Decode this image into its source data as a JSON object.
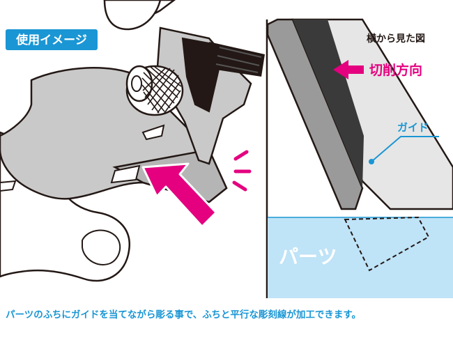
{
  "badge": {
    "label": "使用イメージ",
    "color": "#1a96d4"
  },
  "side_view": {
    "title": "横から見た図",
    "direction_label": "切削方向",
    "guide_label": "ガイド",
    "part_label": "パーツ"
  },
  "caption": "パーツのふちにガイドを当てながら彫る事で、ふちと平行な彫刻線が加工できます。",
  "colors": {
    "accent_magenta": "#e4007f",
    "accent_blue": "#1a96d4",
    "part_fill": "#bfe3f7",
    "caption_blue": "#1a96d4",
    "tool_gray": "#c9c9c9",
    "dark": "#231815"
  },
  "icons": [
    "cut-direction-arrow-icon",
    "push-arrow-icon",
    "impact-lines-icon"
  ]
}
